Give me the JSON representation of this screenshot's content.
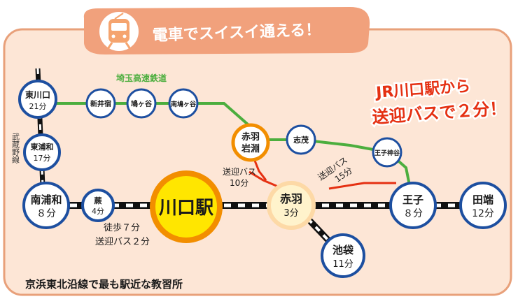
{
  "banner": {
    "title": "電車でスイスイ通える！"
  },
  "headline": {
    "line1": "JR川口駅から",
    "line2": "送迎バスで２分！"
  },
  "lines": {
    "saitama": "埼玉高速鉄道",
    "musashino": "武蔵野線"
  },
  "center": {
    "name": "川口駅"
  },
  "labels": {
    "walk": "徒歩７分",
    "bus": "送迎バス２分",
    "akabane_iwabuchi_bus_1": "送迎バス",
    "akabane_iwabuchi_bus_2": "10分",
    "akabane_bus_1": "送迎バス",
    "akabane_bus_2": "15分"
  },
  "stations": {
    "higashikawaguchi": {
      "name": "東川口",
      "time": "21分"
    },
    "higashiurawa": {
      "name": "東浦和",
      "time": "17分"
    },
    "minamiurawa": {
      "name": "南浦和",
      "time": "８分"
    },
    "warabi": {
      "name": "蕨",
      "time": "4分"
    },
    "arai": {
      "name": "新井宿"
    },
    "hatogaya": {
      "name": "鳩ヶ谷"
    },
    "minamihatogaya": {
      "name": "南鳩ヶ谷"
    },
    "akabaneiwabuchi": {
      "name1": "赤羽",
      "name2": "岩淵"
    },
    "shimo": {
      "name": "志茂"
    },
    "ojikamiya": {
      "name": "王子神谷"
    },
    "akabane": {
      "name": "赤羽",
      "time": "3分"
    },
    "oji": {
      "name": "王子",
      "time": "８分"
    },
    "tabata": {
      "name": "田端",
      "time": "12分"
    },
    "ikebukuro": {
      "name": "池袋",
      "time": "11分"
    }
  },
  "footer": {
    "text": "京浜東北沿線で最も駅近な教習所"
  },
  "colors": {
    "frame": "#e8a07a",
    "card": "#fde6d6",
    "green": "#4cae3e",
    "blue": "#1d4fa0",
    "red": "#e53012",
    "yellow": "#ffe600",
    "orange": "#f28e00"
  }
}
